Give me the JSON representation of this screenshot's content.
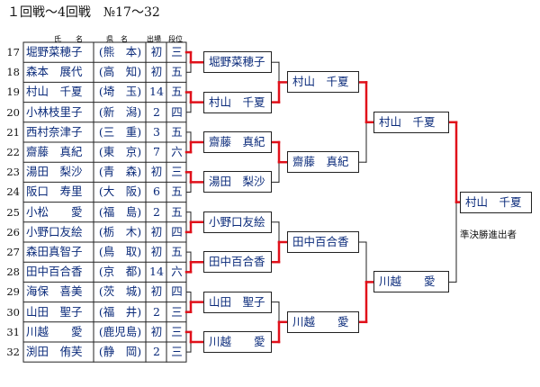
{
  "title": "１回戦～4回戦　№17～32",
  "headers": {
    "name": "氏　　名",
    "pref": "県　名",
    "entries": "出場",
    "rank": "段位"
  },
  "players": [
    {
      "no": "17",
      "name": "堀野菜穂子",
      "pref": "(熊　本)",
      "entries": "初",
      "rank": "三"
    },
    {
      "no": "18",
      "name": "森本　展代",
      "pref": "(高　知)",
      "entries": "初",
      "rank": "五"
    },
    {
      "no": "19",
      "name": "村山　千夏",
      "pref": "(埼　玉)",
      "entries": "14",
      "rank": "五"
    },
    {
      "no": "20",
      "name": "小林枝里子",
      "pref": "(新　潟)",
      "entries": "2",
      "rank": "四"
    },
    {
      "no": "21",
      "name": "西村奈津子",
      "pref": "(三　重)",
      "entries": "3",
      "rank": "五"
    },
    {
      "no": "22",
      "name": "齋藤　真紀",
      "pref": "(東　京)",
      "entries": "7",
      "rank": "六"
    },
    {
      "no": "23",
      "name": "湯田　梨沙",
      "pref": "(青　森)",
      "entries": "初",
      "rank": "三"
    },
    {
      "no": "24",
      "name": "阪口　寿里",
      "pref": "(大　阪)",
      "entries": "6",
      "rank": "五"
    },
    {
      "no": "25",
      "name": "小松　　愛",
      "pref": "(福　島)",
      "entries": "2",
      "rank": "五"
    },
    {
      "no": "26",
      "name": "小野口友絵",
      "pref": "(栃　木)",
      "entries": "初",
      "rank": "四"
    },
    {
      "no": "27",
      "name": "森田真智子",
      "pref": "(鳥　取)",
      "entries": "初",
      "rank": "五"
    },
    {
      "no": "28",
      "name": "田中百合香",
      "pref": "(京　都)",
      "entries": "14",
      "rank": "六"
    },
    {
      "no": "29",
      "name": "海保　喜美",
      "pref": "(茨　城)",
      "entries": "初",
      "rank": "四"
    },
    {
      "no": "30",
      "name": "山田　聖子",
      "pref": "(福　井)",
      "entries": "2",
      "rank": "三"
    },
    {
      "no": "31",
      "name": "川越　　愛",
      "pref": "(鹿児島)",
      "entries": "初",
      "rank": "三"
    },
    {
      "no": "32",
      "name": "渕田　侑芙",
      "pref": "(静　岡)",
      "entries": "2",
      "rank": "三"
    }
  ],
  "rounds": [
    {
      "winners": [
        "堀野菜穂子",
        "村山　千夏",
        "齋藤　真紀",
        "湯田　梨沙",
        "小野口友絵",
        "田中百合香",
        "山田　聖子",
        "川越　　愛"
      ]
    },
    {
      "winners": [
        "村山　千夏",
        "齋藤　真紀",
        "田中百合香",
        "川越　　愛"
      ]
    },
    {
      "winners": [
        "村山　千夏",
        "川越　　愛"
      ]
    },
    {
      "winners": [
        "村山　千夏"
      ]
    }
  ],
  "note": "準決勝進出者",
  "colors": {
    "winLine": "#e0101a",
    "line": "#222222",
    "text": "#0a2a7a"
  }
}
